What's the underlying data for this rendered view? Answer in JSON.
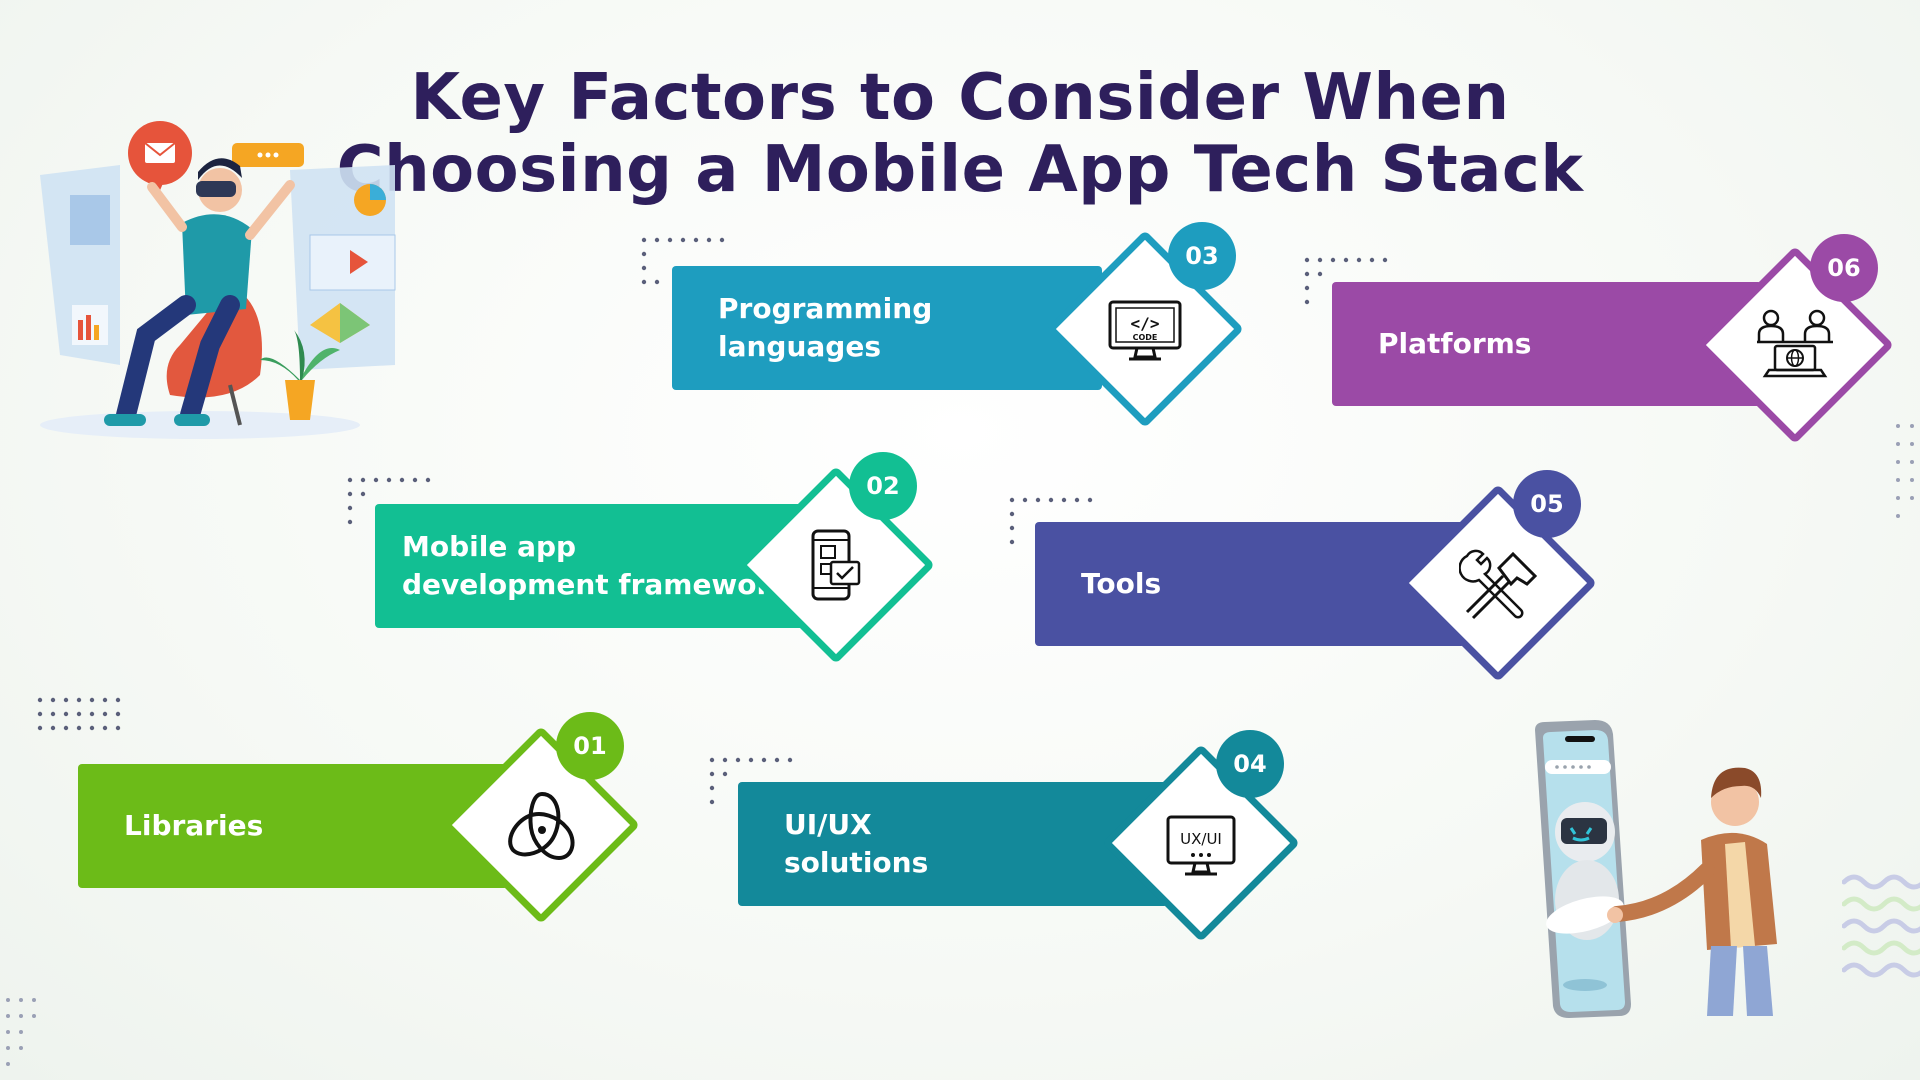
{
  "title": {
    "line1": "Key Factors to Consider When",
    "line2": "Choosing a Mobile App Tech Stack"
  },
  "factors": [
    {
      "number": "01",
      "label": "Libraries",
      "color": "#6cbb18",
      "icon": "react-atom-icon"
    },
    {
      "number": "02",
      "label": "Mobile app\ndevelopment framework",
      "color": "#12bf93",
      "icon": "mobile-checklist-icon"
    },
    {
      "number": "03",
      "label": "Programming\nlanguages",
      "color": "#1e9dbf",
      "icon": "code-monitor-icon"
    },
    {
      "number": "04",
      "label": "UI/UX\nsolutions",
      "color": "#13899a",
      "icon": "ux-ui-monitor-icon"
    },
    {
      "number": "05",
      "label": "Tools",
      "color": "#4a51a2",
      "icon": "hammer-wrench-icon"
    },
    {
      "number": "06",
      "label": "Platforms",
      "color": "#9b4aa6",
      "icon": "people-globe-laptop-icon"
    }
  ],
  "icons": {
    "ux_label": "UX/UI",
    "code_label": "CODE",
    "code_tag": "</>"
  },
  "illustrations": {
    "left": "person-vr-headset-illustration",
    "right": "person-phone-robot-illustration"
  }
}
